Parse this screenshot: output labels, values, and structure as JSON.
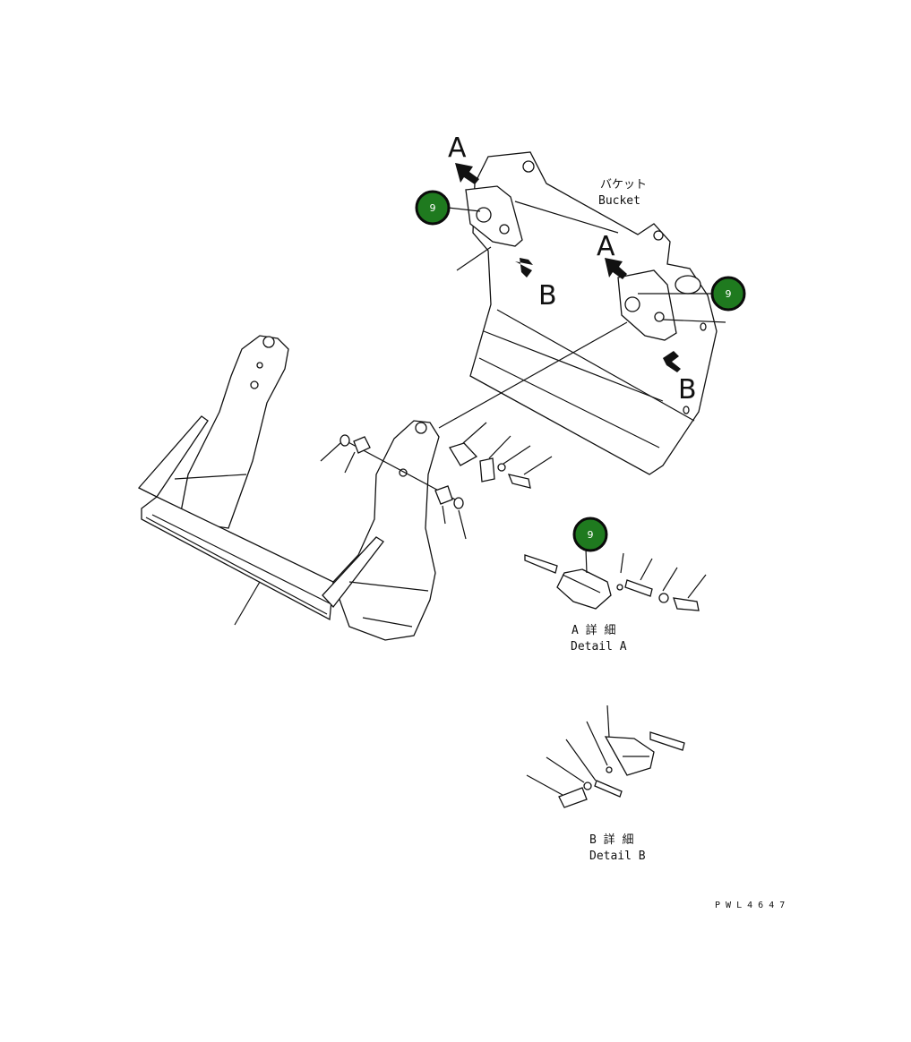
{
  "labels": {
    "view_a_top": "A",
    "view_a_right": "A",
    "view_b_left": "B",
    "view_b_right": "B",
    "bucket_jp": "バケット",
    "bucket_en": "Bucket",
    "detail_a_jp": "A 詳 細",
    "detail_a_en": "Detail A",
    "detail_b_jp": "B 詳 細",
    "detail_b_en": "Detail B",
    "drawing_code": "P W L 4 6 4 7"
  },
  "callouts": [
    {
      "id": "callout-top-left",
      "number": "9"
    },
    {
      "id": "callout-top-right",
      "number": "9"
    },
    {
      "id": "callout-detail-a",
      "number": "9"
    }
  ],
  "colors": {
    "callout_fill": "#1f7a1f",
    "callout_stroke": "#0b0b0b",
    "line": "#111111"
  }
}
